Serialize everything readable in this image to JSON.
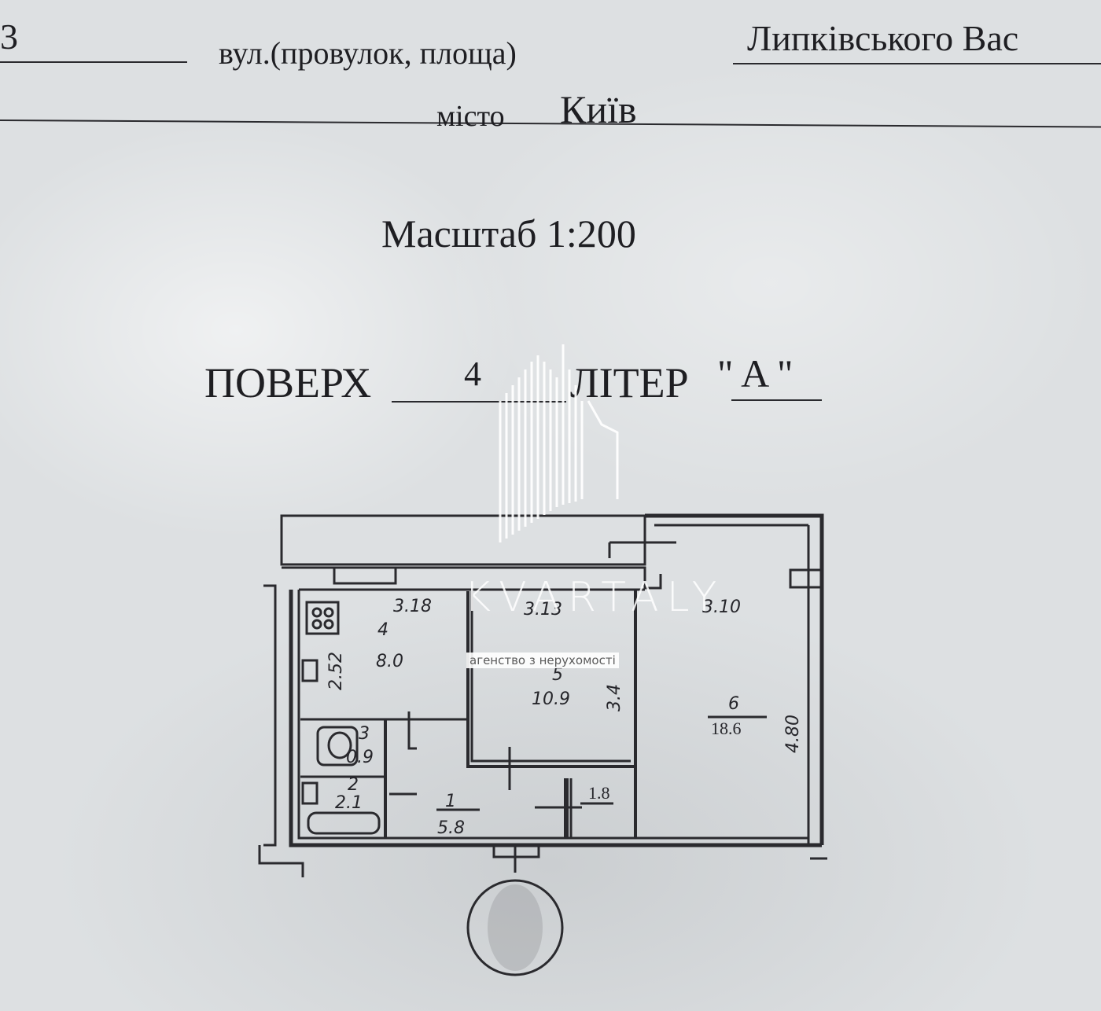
{
  "header": {
    "street_caption": "вул.(провулок, площа)",
    "street_value": "Липківського Вас",
    "city_label": "місто",
    "city_value": "Київ"
  },
  "scale": "Масштаб 1:200",
  "floor": {
    "label": "ПОВЕРХ",
    "value": "4"
  },
  "litera": {
    "label": "ЛІТЕР",
    "value": "\"  A \""
  },
  "plan": {
    "dims": {
      "kitchen_width": "3.18",
      "room5_width": "3.13",
      "room6_width": "3.10",
      "kitchen_height": "2.52",
      "room5_height": "3.4",
      "room6_height": "4.80",
      "hall_dim": "1.8"
    },
    "rooms": [
      {
        "number": "4",
        "area": "8.0"
      },
      {
        "number": "5",
        "area": "10.9"
      },
      {
        "number": "6",
        "area": "18.6"
      },
      {
        "number": "3",
        "area": "0.9"
      },
      {
        "number": "2",
        "area": "2.1"
      },
      {
        "number": "1",
        "area": "5.8"
      }
    ]
  },
  "watermark": {
    "brand": "KVARTALY",
    "subtitle": "агенство з нерухомості"
  }
}
